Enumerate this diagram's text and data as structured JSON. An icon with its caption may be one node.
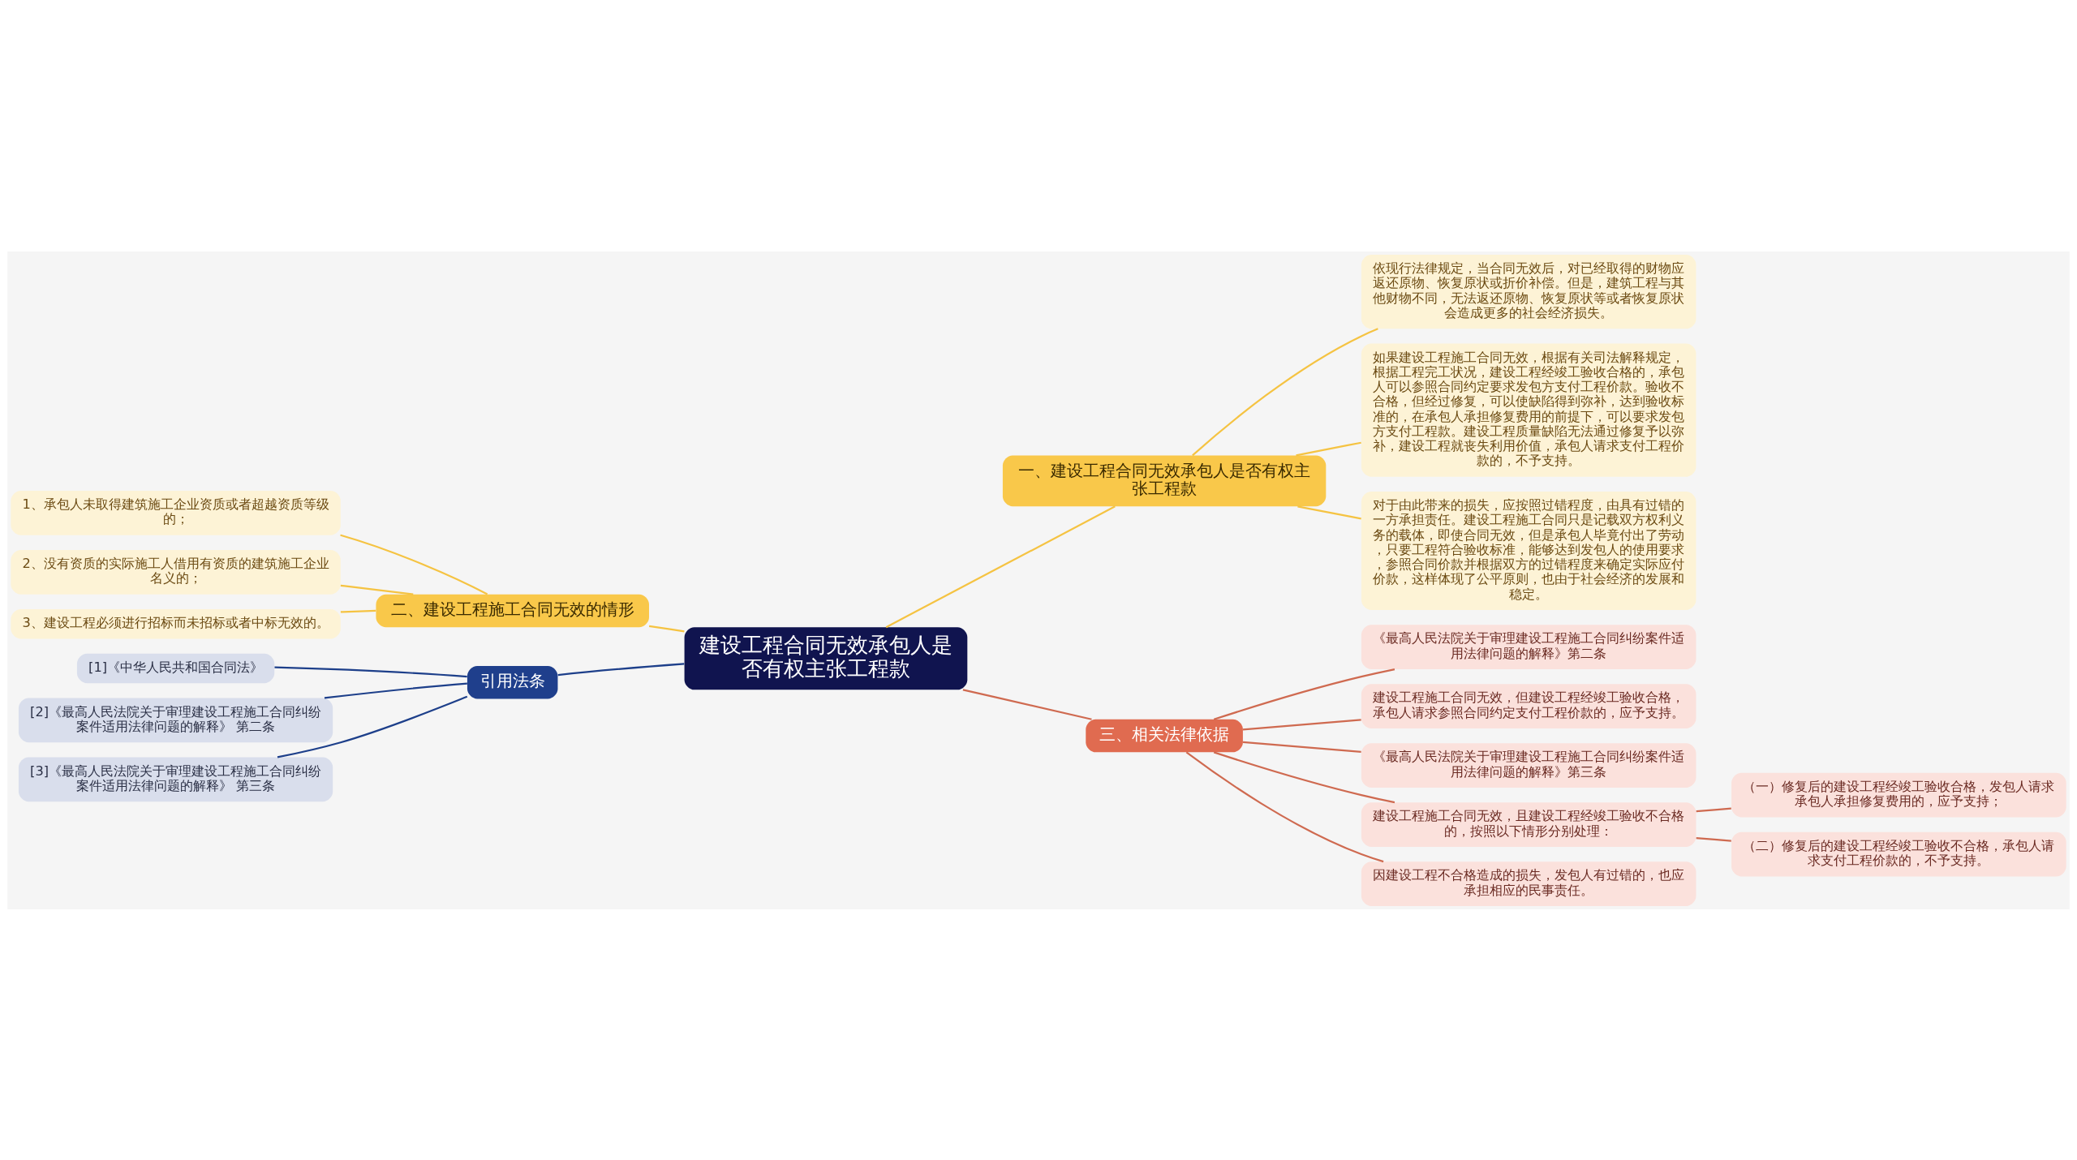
{
  "diagram": {
    "nodes": [
      {
        "text": [
          "建设工程合同无效承包人是否有权主张工程款"
        ]
      },
      {
        "text": [
          "一、建设工程合同无效承包人是否有权主张工程款"
        ]
      },
      {
        "text": [
          "依现行法律规定，当合同无效后，对已经取得的财物应返还原物、恢复原状或折价补偿。但是，建筑工程与其他财物不同，无法返还原物、恢复原状等或者恢复原状会造成更多的社会经济损失。"
        ]
      },
      {
        "text": [
          "如果建设工程施工合同无效，根据有关司法解释规定，根据工程完工状况，建设工程经竣工验收合格的，承包人可以参照合同约定要求发包方支付工程价款。验收不合格，但经过修复，可以使缺陷得到弥补，达到验收标准的，在承包人承担修复费用的前提下，可以要求发包方支付工程款。建设工程质量缺陷无法通过修复予以弥补，建设工程就丧失利用价值，承包人请求支付工程价款的，不予支持。"
        ]
      },
      {
        "text": [
          "对于由此带来的损失，应按照过错程度，由具有过错的一方承担责任。建设工程施工合同只是记载双方权利义务的载体，即使合同无效，但是承包人毕竟付出了劳动，只要工程符合验收标准，能够达到发包人的使用要求，参照合同价款并根据双方的过错程度来确定实际应付价款，这样体现了公平原则，也由于社会经济的发展和稳定。"
        ]
      },
      {
        "text": [
          "二、建设工程施工合同无效的情形"
        ]
      },
      {
        "text": [
          "1、承包人未取得建筑施工企业资质或者超越资质等级的；"
        ]
      },
      {
        "text": [
          "2、没有资质的实际施工人借用有资质的建筑施工企业名义的；"
        ]
      },
      {
        "text": [
          "3、建设工程必须进行招标而未招标或者中标无效的。"
        ]
      },
      {
        "text": [
          "引用法条"
        ]
      },
      {
        "text": [
          "[1]《中华人民共和国合同法》"
        ]
      },
      {
        "text": [
          "[2]《最高人民法院关于审理建设工程施工合同纠纷案件适用法律问题的解释》 第二条"
        ]
      },
      {
        "text": [
          "[3]《最高人民法院关于审理建设工程施工合同纠纷案件适用法律问题的解释》 第三条"
        ]
      },
      {
        "text": [
          "三、相关法律依据"
        ]
      },
      {
        "text": [
          "《最高人民法院关于审理建设工程施工合同纠纷案件适用法律问题的解释》第二条"
        ]
      },
      {
        "text": [
          "建设工程施工合同无效，但建设工程经竣工验收合格，承包人请求参照合同约定支付工程价款的，应予支持。"
        ]
      },
      {
        "text": [
          "《最高人民法院关于审理建设工程施工合同纠纷案件适用法律问题的解释》第三条"
        ]
      },
      {
        "text": [
          "建设工程施工合同无效，且建设工程经竣工验收不合格的，按照以下情形分别处理："
        ]
      },
      {
        "text": [
          "因建设工程不合格造成的损失，发包人有过错的，也应承担相应的民事责任。"
        ]
      },
      {
        "text": [
          "（一）修复后的建设工程经竣工验收合格，发包人请求承包人承担修复费用的，应予支持；"
        ]
      },
      {
        "text": [
          "（二）修复后的建设工程经竣工验收不合格，承包人请求支付工程价款的，不予支持。"
        ]
      }
    ],
    "edges": [
      {
        "from": 0,
        "to": 1,
        "arrow": "none",
        "color": "#f5c342"
      },
      {
        "from": 1,
        "to": 2,
        "arrow": "none",
        "color": "#f5c342"
      },
      {
        "from": 1,
        "to": 3,
        "arrow": "none",
        "color": "#f5c342"
      },
      {
        "from": 1,
        "to": 4,
        "arrow": "none",
        "color": "#f5c342"
      },
      {
        "from": 0,
        "to": 5,
        "arrow": "none",
        "color": "#f5c342"
      },
      {
        "from": 5,
        "to": 6,
        "arrow": "none",
        "color": "#f5c342"
      },
      {
        "from": 5,
        "to": 7,
        "arrow": "none",
        "color": "#f5c342"
      },
      {
        "from": 5,
        "to": 8,
        "arrow": "none",
        "color": "#f5c342"
      },
      {
        "from": 0,
        "to": 9,
        "arrow": "none",
        "color": "#1d3f8a"
      },
      {
        "from": 9,
        "to": 10,
        "arrow": "none",
        "color": "#1d3f8a"
      },
      {
        "from": 9,
        "to": 11,
        "arrow": "none",
        "color": "#1d3f8a"
      },
      {
        "from": 9,
        "to": 12,
        "arrow": "none",
        "color": "#1d3f8a"
      },
      {
        "from": 0,
        "to": 13,
        "arrow": "none",
        "color": "#cf6a50"
      },
      {
        "from": 13,
        "to": 14,
        "arrow": "none",
        "color": "#cf6a50"
      },
      {
        "from": 13,
        "to": 15,
        "arrow": "none",
        "color": "#cf6a50"
      },
      {
        "from": 13,
        "to": 16,
        "arrow": "none",
        "color": "#cf6a50"
      },
      {
        "from": 13,
        "to": 17,
        "arrow": "none",
        "color": "#cf6a50"
      },
      {
        "from": 13,
        "to": 18,
        "arrow": "none",
        "color": "#cf6a50"
      },
      {
        "from": 17,
        "to": 19,
        "arrow": "none",
        "color": "#cf6a50"
      },
      {
        "from": 17,
        "to": 20,
        "arrow": "none",
        "color": "#cf6a50"
      }
    ]
  }
}
